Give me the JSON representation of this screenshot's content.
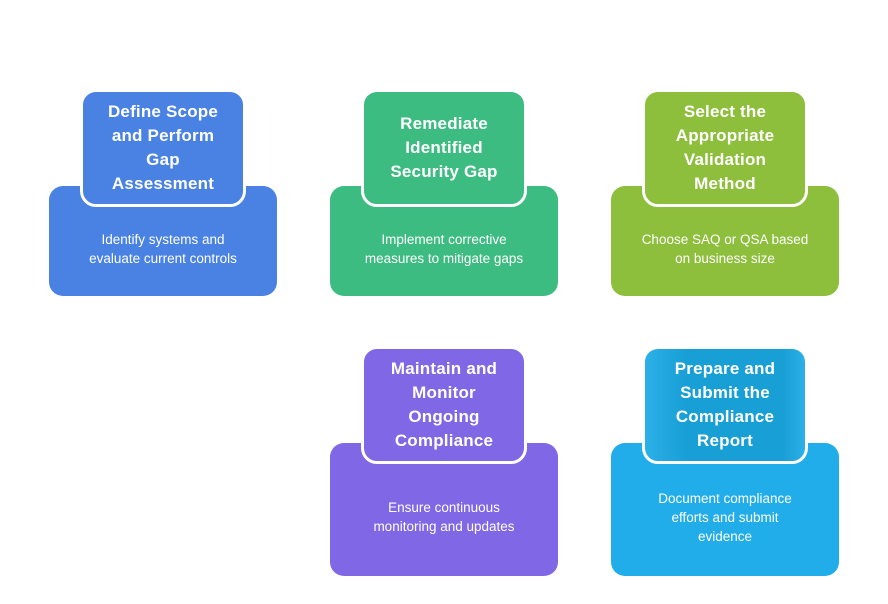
{
  "diagram": {
    "background_color": "#ffffff",
    "text_color": "#ffffff",
    "steps": [
      {
        "row": 1,
        "col": 1,
        "title": "Define Scope\nand Perform\nGap\nAssessment",
        "description": "Identify systems and\nevaluate current controls",
        "body_color": "#4A82E4",
        "header_color": "#4A82E4",
        "header_edge_color": "#4A82E4"
      },
      {
        "row": 1,
        "col": 2,
        "title": "Remediate\nIdentified\nSecurity Gap",
        "description": "Implement corrective\nmeasures to mitigate gaps",
        "body_color": "#3CBC80",
        "header_color": "#3CBC80",
        "header_edge_color": "#3CBC80"
      },
      {
        "row": 1,
        "col": 3,
        "title": "Select the\nAppropriate\nValidation\nMethod",
        "description": "Choose SAQ or QSA based\non business size",
        "body_color": "#8DBE3C",
        "header_color": "#8DBE3C",
        "header_edge_color": "#8DBE3C"
      },
      {
        "row": 2,
        "col": 2,
        "title": "Maintain and\nMonitor\nOngoing\nCompliance",
        "description": "Ensure continuous\nmonitoring and updates",
        "body_color": "#7F67E5",
        "header_color": "#7F67E5",
        "header_edge_color": "#7F67E5"
      },
      {
        "row": 2,
        "col": 3,
        "title": "Prepare and\nSubmit the\nCompliance\nReport",
        "description": "Document compliance\nefforts and submit\nevidence",
        "body_color": "#21ADEA",
        "header_color": "#189FD5",
        "header_edge_color": "#2BB0E7"
      }
    ]
  }
}
